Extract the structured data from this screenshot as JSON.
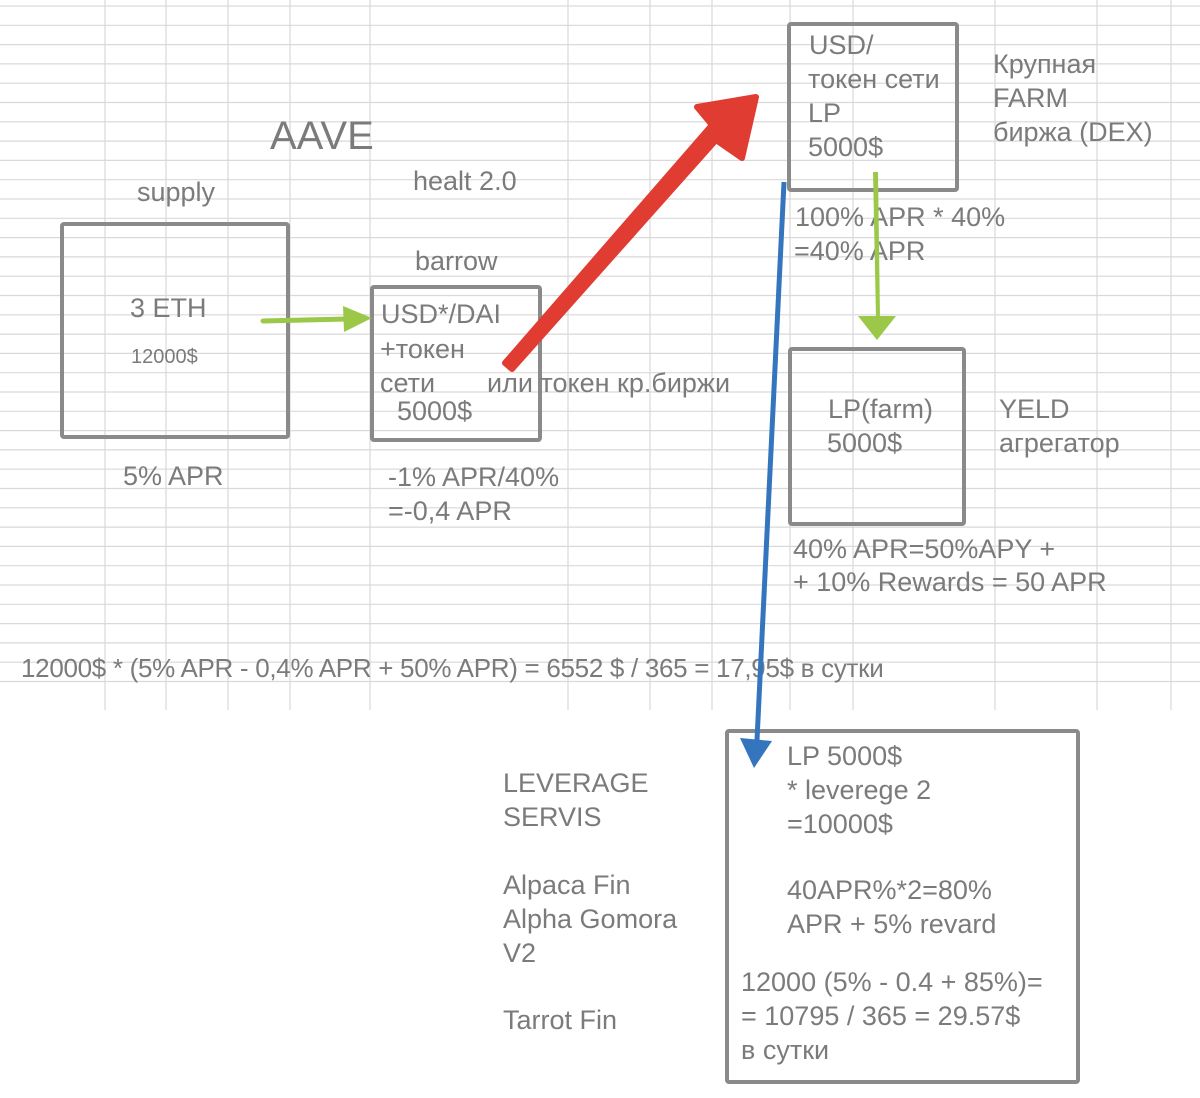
{
  "colors": {
    "text": "#7b7b7b",
    "box_border": "#8a8a8a",
    "grid": "#d9d9d9",
    "arrow_green": "#9bc848",
    "arrow_red": "#e03c31",
    "arrow_blue": "#3475bd"
  },
  "aave": {
    "title": "AAVE",
    "supply_label": "supply",
    "health_label": "healt 2.0",
    "borrow_label": "barrow",
    "supply_box": {
      "line1": "3 ETH",
      "line2": "12000$"
    },
    "supply_apr": "5% APR",
    "borrow_box": {
      "line1": "USD*/DAI",
      "line2": "+токен",
      "line3": "сети",
      "line4": "5000$"
    },
    "borrow_alt": "или токен кр.биржи",
    "borrow_apr": {
      "line1": "-1% APR/40%",
      "line2": "=-0,4 APR"
    }
  },
  "dex": {
    "box": {
      "line1": "USD/",
      "line2": "токен сети",
      "line3": "LP",
      "line4": "5000$"
    },
    "label": {
      "line1": "Крупная",
      "line2": "FARM",
      "line3": "биржа (DEX)"
    },
    "apr": {
      "line1": "100% APR * 40%",
      "line2": "=40% APR"
    }
  },
  "yield": {
    "box": {
      "line1": "LP(farm)",
      "line2": "5000$"
    },
    "label": {
      "line1": "YELD",
      "line2": "агрегатор"
    },
    "apr": {
      "line1": "40% APR=50%APY +",
      "line2": "+ 10% Rewards = 50 APR"
    }
  },
  "summary_formula": "12000$ * (5% APR - 0,4% APR + 50% APR) =  6552 $ / 365 = 17,95$ в сутки",
  "leverage": {
    "title": {
      "line1": "LEVERAGE",
      "line2": "SERVIS"
    },
    "services": [
      "Alpaca Fin",
      "Alpha Gomora",
      "V2",
      "Tarrot Fin"
    ],
    "box": {
      "line1": "LP 5000$",
      "line2": "* leverege 2",
      "line3": "=10000$",
      "line4": "40APR%*2=80%",
      "line5": "APR + 5% revard",
      "line6": "12000 (5% - 0.4 + 85%)=",
      "line7": "= 10795 / 365 = 29.57$",
      "line8": "в сутки"
    }
  }
}
